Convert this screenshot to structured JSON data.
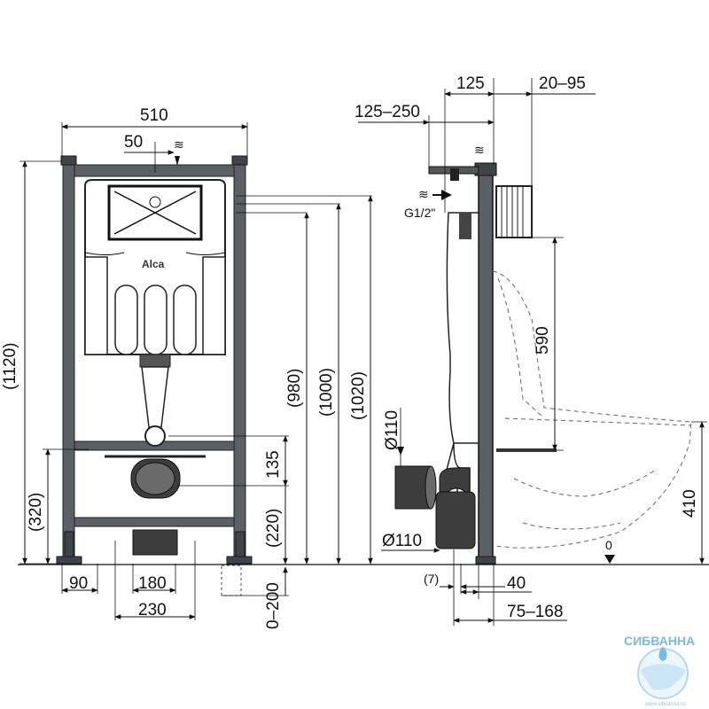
{
  "brand": {
    "logo_text": "Alca"
  },
  "front_view": {
    "width_label": "510",
    "offset_label": "50",
    "total_height_label": "(1120)",
    "height_980": "(980)",
    "height_1000": "(1000)",
    "height_1020": "(1020)",
    "height_320": "(320)",
    "height_135": "135",
    "height_220": "(220)",
    "foot_90": "90",
    "foot_180": "180",
    "foot_230": "230",
    "adjust_0_200": "0–200"
  },
  "side_view": {
    "depth_125": "125",
    "range_20_95": "20–95",
    "range_125_250": "125–250",
    "connection_label": "G1/2\"",
    "pipe_110_top": "Ø110",
    "pipe_110_bottom": "Ø110",
    "height_590": "590",
    "height_410": "410",
    "floor_zero": "0",
    "offset_7": "(7)",
    "depth_40": "40",
    "range_75_168": "75–168"
  },
  "watermark": {
    "name": "СИБВАННА",
    "url": "www.sibvanna.ru"
  }
}
